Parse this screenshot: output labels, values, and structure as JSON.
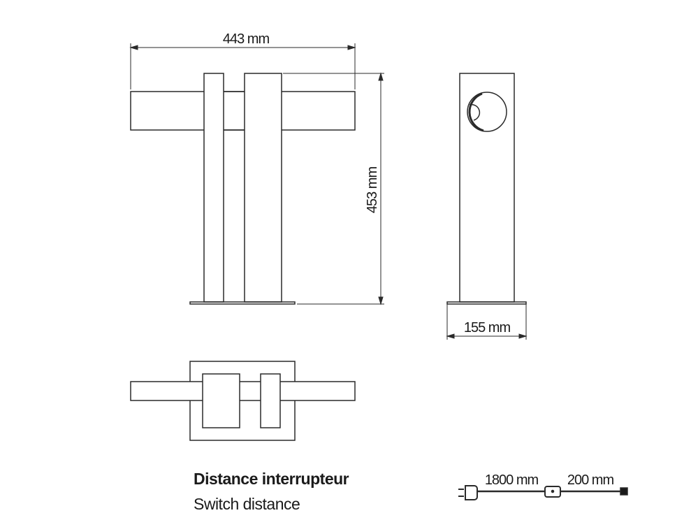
{
  "dimensions": {
    "width": "443 mm",
    "height": "453 mm",
    "depth": "155 mm",
    "cable_to_switch": "1800 mm",
    "switch_to_lamp": "200 mm"
  },
  "legend": {
    "title": "Distance interrupteur",
    "subtitle": "Switch distance"
  },
  "icons": [
    "plug-icon",
    "switch-icon",
    "lamp-terminal-icon"
  ],
  "colors": {
    "stroke": "#2a2a2a"
  }
}
